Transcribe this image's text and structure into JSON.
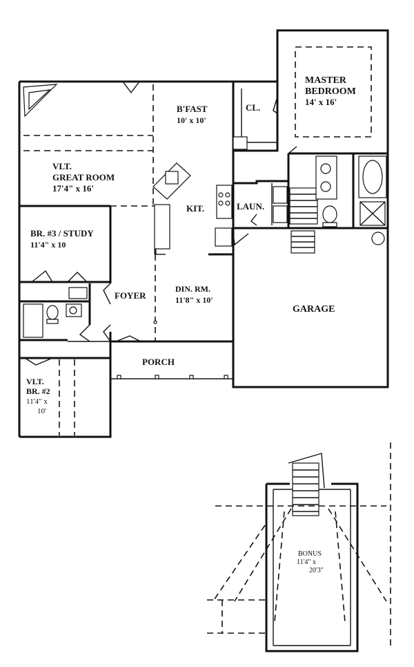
{
  "rooms": {
    "master_bedroom": {
      "name_line1": "MASTER",
      "name_line2": "BEDROOM",
      "size": "14' x 16'"
    },
    "closet": {
      "name": "CL."
    },
    "bfast": {
      "name": "B'FAST",
      "size": "10' x 10'"
    },
    "great_room": {
      "name_line1": "VLT.",
      "name_line2": "GREAT ROOM",
      "size": "17'4\" x 16'"
    },
    "kitchen": {
      "name": "KIT."
    },
    "laundry": {
      "name": "LAUN."
    },
    "bedroom3": {
      "name": "BR. #3 / STUDY",
      "size": "11'4\" x 10"
    },
    "foyer": {
      "name": "FOYER"
    },
    "dining": {
      "name": "DIN. RM.",
      "size": "11'8\" x 10'"
    },
    "garage": {
      "name": "GARAGE"
    },
    "porch": {
      "name": "PORCH"
    },
    "bedroom2": {
      "name_line1": "VLT.",
      "name_line2": "BR. #2",
      "size_line1": "11'4\" x",
      "size_line2": "10'"
    },
    "bonus": {
      "name": "BONUS",
      "size_line1": "11'4\" x",
      "size_line2": "20'3\""
    }
  }
}
